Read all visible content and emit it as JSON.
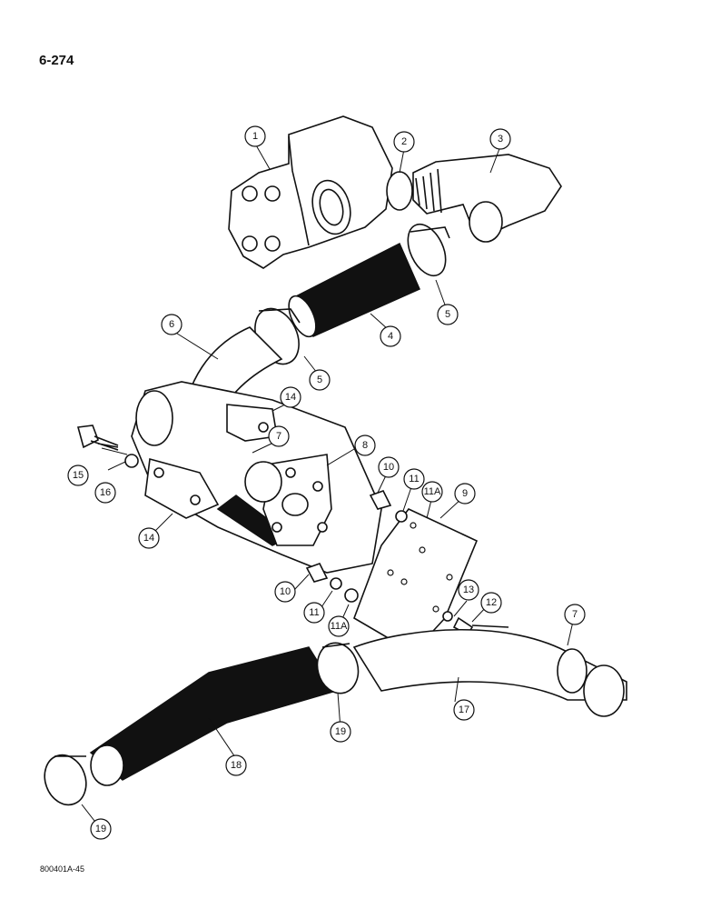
{
  "page_number": "6-274",
  "footer_code": "800401A-45",
  "callouts": [
    {
      "id": "c1",
      "label": "1"
    },
    {
      "id": "c2",
      "label": "2"
    },
    {
      "id": "c3",
      "label": "3"
    },
    {
      "id": "c4",
      "label": "4"
    },
    {
      "id": "c5a",
      "label": "5"
    },
    {
      "id": "c5b",
      "label": "5"
    },
    {
      "id": "c6",
      "label": "6"
    },
    {
      "id": "c7a",
      "label": "7"
    },
    {
      "id": "c7b",
      "label": "7"
    },
    {
      "id": "c8",
      "label": "8"
    },
    {
      "id": "c9",
      "label": "9"
    },
    {
      "id": "c10a",
      "label": "10"
    },
    {
      "id": "c10b",
      "label": "10"
    },
    {
      "id": "c11a",
      "label": "11"
    },
    {
      "id": "c11b",
      "label": "11"
    },
    {
      "id": "c11Aa",
      "label": "11A"
    },
    {
      "id": "c11Ab",
      "label": "11A"
    },
    {
      "id": "c12",
      "label": "12"
    },
    {
      "id": "c13",
      "label": "13"
    },
    {
      "id": "c14a",
      "label": "14"
    },
    {
      "id": "c14b",
      "label": "14"
    },
    {
      "id": "c15",
      "label": "15"
    },
    {
      "id": "c16",
      "label": "16"
    },
    {
      "id": "c17",
      "label": "17"
    },
    {
      "id": "c18",
      "label": "18"
    },
    {
      "id": "c19a",
      "label": "19"
    },
    {
      "id": "c19b",
      "label": "19"
    }
  ]
}
